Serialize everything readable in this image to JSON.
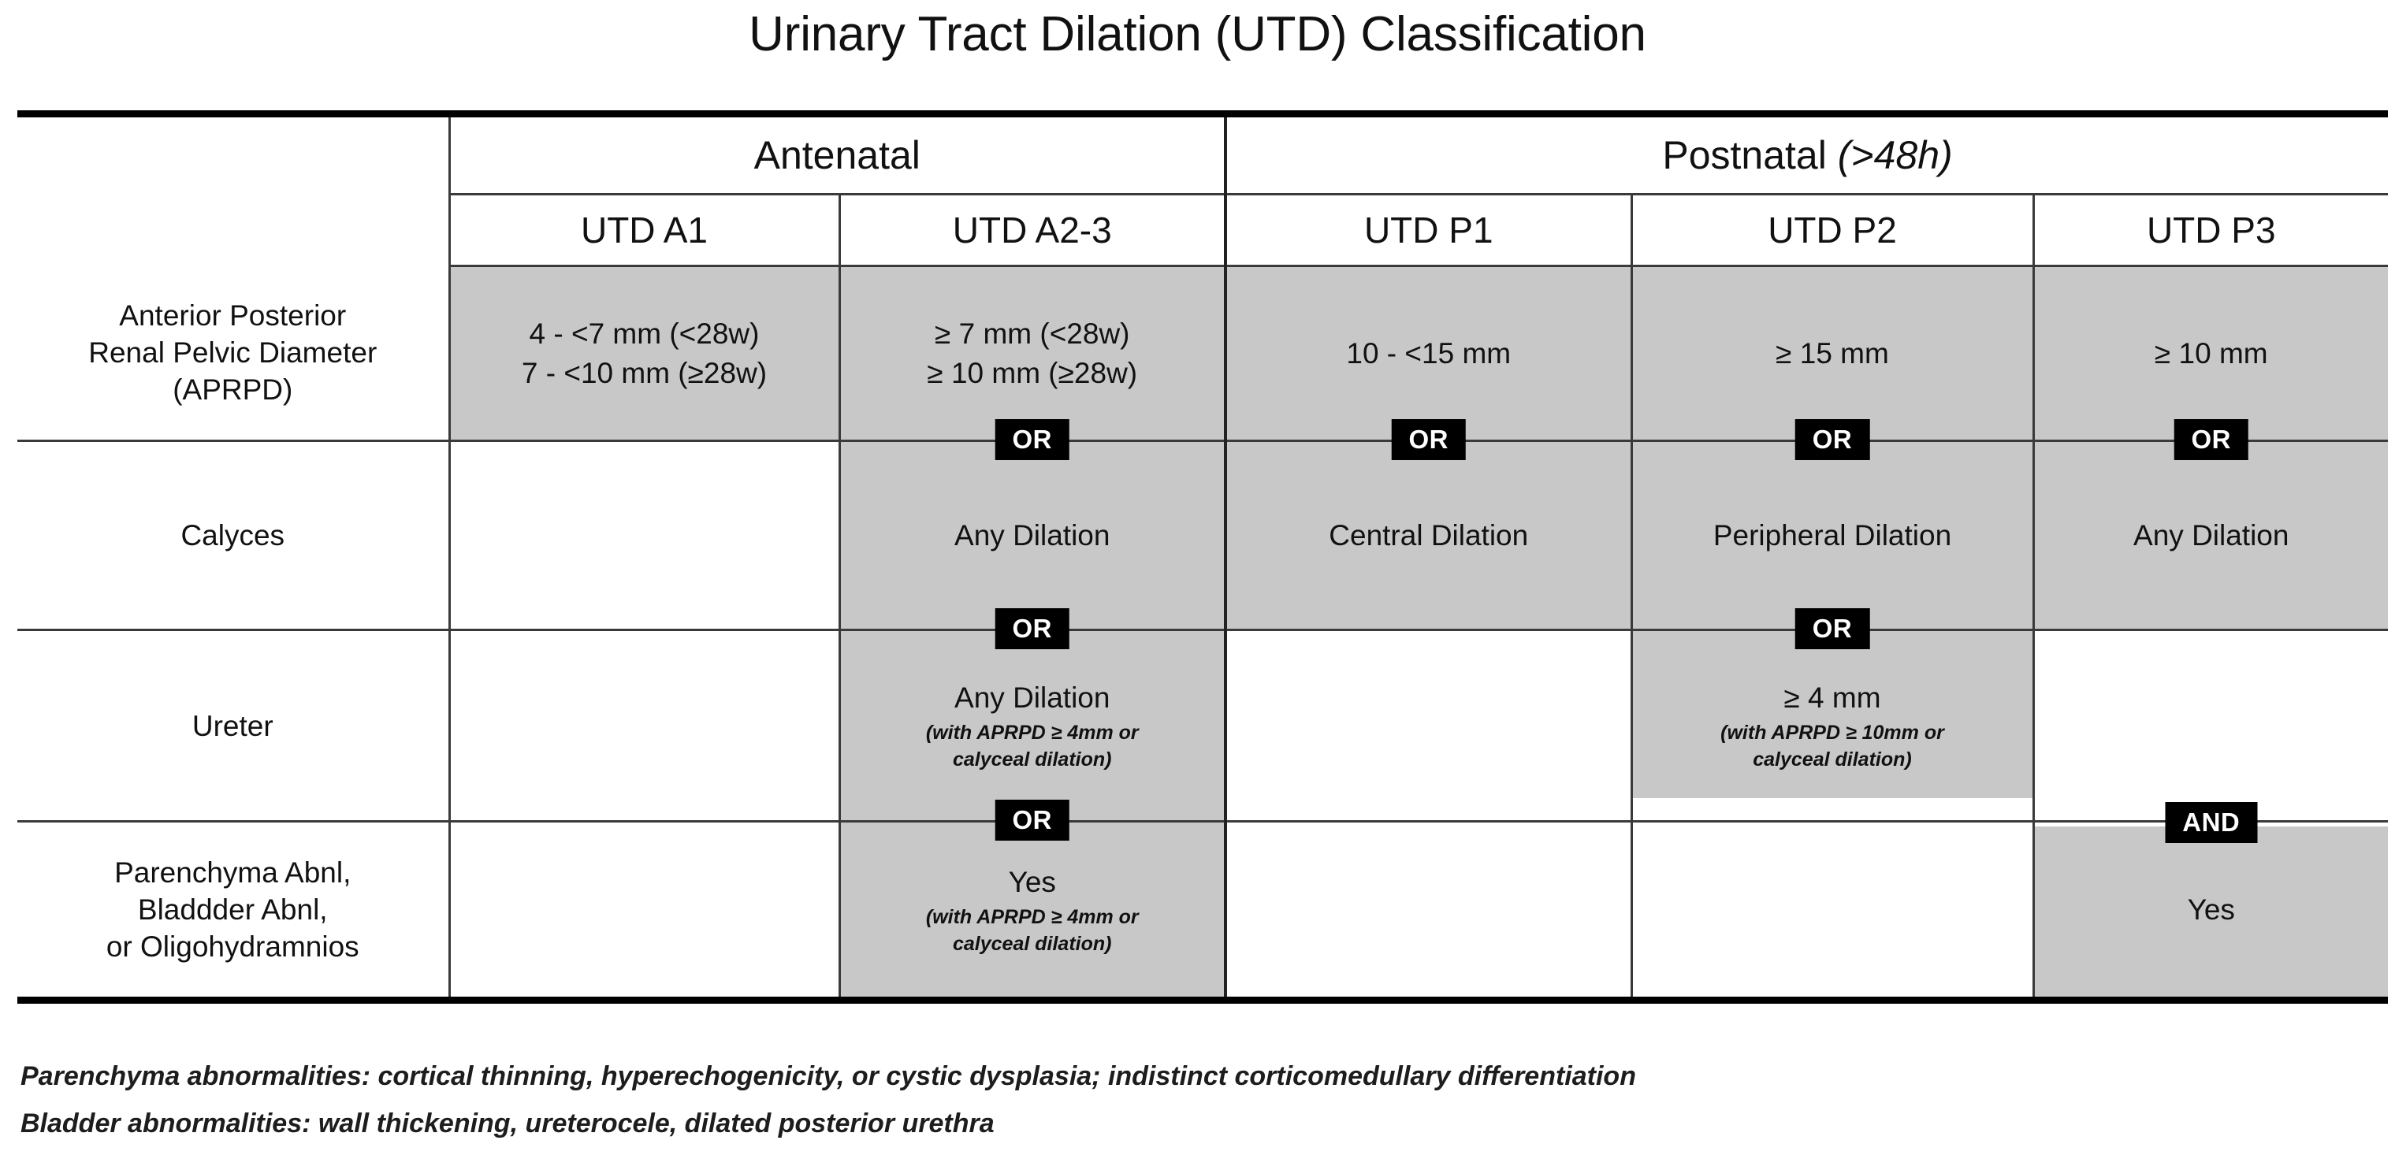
{
  "title": "Urinary Tract Dilation (UTD) Classification",
  "header": {
    "groups": [
      {
        "id": "antenatal",
        "label": "Antenatal",
        "suffix": ""
      },
      {
        "id": "postnatal",
        "label": "Postnatal",
        "suffix": "(>48h)"
      }
    ],
    "columns": [
      {
        "id": "a1",
        "label": "UTD A1"
      },
      {
        "id": "a23",
        "label": "UTD A2-3"
      },
      {
        "id": "p1",
        "label": "UTD P1"
      },
      {
        "id": "p2",
        "label": "UTD P2"
      },
      {
        "id": "p3",
        "label": "UTD P3"
      }
    ]
  },
  "rows": [
    {
      "id": "aprpd",
      "label": "Anterior Posterior\nRenal Pelvic Diameter\n(APRPD)",
      "label_lines": [
        "Anterior Posterior",
        "Renal Pelvic Diameter",
        "(APRPD)"
      ],
      "cells": {
        "a1": {
          "shaded": true,
          "lines": [
            "4 - <7 mm (<28w)",
            "7 - <10 mm (≥28w)"
          ],
          "note": "",
          "badge": ""
        },
        "a23": {
          "shaded": true,
          "lines": [
            "≥ 7 mm (<28w)",
            "≥ 10 mm (≥28w)"
          ],
          "note": "",
          "badge": "OR"
        },
        "p1": {
          "shaded": true,
          "lines": [
            "10 - <15 mm"
          ],
          "note": "",
          "badge": "OR"
        },
        "p2": {
          "shaded": true,
          "lines": [
            "≥ 15 mm"
          ],
          "note": "",
          "badge": "OR"
        },
        "p3": {
          "shaded": true,
          "lines": [
            "≥ 10 mm"
          ],
          "note": "",
          "badge": "OR"
        }
      }
    },
    {
      "id": "calyces",
      "label": "Calyces",
      "label_lines": [
        "Calyces"
      ],
      "cells": {
        "a1": {
          "shaded": false,
          "lines": [],
          "note": "",
          "badge": ""
        },
        "a23": {
          "shaded": true,
          "lines": [
            "Any Dilation"
          ],
          "note": "",
          "badge": "OR"
        },
        "p1": {
          "shaded": true,
          "lines": [
            "Central Dilation"
          ],
          "note": "",
          "badge": ""
        },
        "p2": {
          "shaded": true,
          "lines": [
            "Peripheral Dilation"
          ],
          "note": "",
          "badge": "OR"
        },
        "p3": {
          "shaded": true,
          "lines": [
            "Any Dilation"
          ],
          "note": "",
          "badge": ""
        }
      }
    },
    {
      "id": "ureter",
      "label": "Ureter",
      "label_lines": [
        "Ureter"
      ],
      "cells": {
        "a1": {
          "shaded": false,
          "lines": [],
          "note": "",
          "badge": ""
        },
        "a23": {
          "shaded": true,
          "lines": [
            "Any Dilation"
          ],
          "note": "(with APRPD ≥ 4mm or calyceal dilation)",
          "badge": "OR"
        },
        "p1": {
          "shaded": false,
          "lines": [],
          "note": "",
          "badge": ""
        },
        "p2": {
          "shaded": true,
          "lines": [
            "≥ 4 mm"
          ],
          "note": "(with APRPD ≥ 10mm or calyceal dilation)",
          "badge": ""
        },
        "p3": {
          "shaded": false,
          "lines": [],
          "note": "",
          "badge": ""
        }
      }
    },
    {
      "id": "parenchyma",
      "label": "Parenchyma Abnl,\nBladdder Abnl,\nor Oligohydramnios",
      "label_lines": [
        "Parenchyma Abnl,",
        "Bladdder Abnl,",
        "or Oligohydramnios"
      ],
      "cells": {
        "a1": {
          "shaded": false,
          "lines": [],
          "note": "",
          "badge": ""
        },
        "a23": {
          "shaded": true,
          "lines": [
            "Yes"
          ],
          "note": "(with APRPD ≥ 4mm or calyceal dilation)",
          "badge": ""
        },
        "p1": {
          "shaded": false,
          "lines": [],
          "note": "",
          "badge": ""
        },
        "p2": {
          "shaded": false,
          "lines": [],
          "note": "",
          "badge": ""
        },
        "p3": {
          "shaded": true,
          "lines": [
            "Yes"
          ],
          "note": "",
          "badge": "AND"
        }
      }
    }
  ],
  "footnotes": [
    "Parenchyma abnormalities: cortical thinning, hyperechogenicity, or cystic dysplasia; indistinct corticomedullary differentiation",
    "Bladder abnormalities: wall thickening, ureterocele, dilated posterior urethra"
  ],
  "colors": {
    "shade": "#c8c8c8",
    "badge_bg": "#000000",
    "badge_fg": "#ffffff",
    "rule": "#000000",
    "grid": "#3a3a3a",
    "text": "#111111"
  }
}
